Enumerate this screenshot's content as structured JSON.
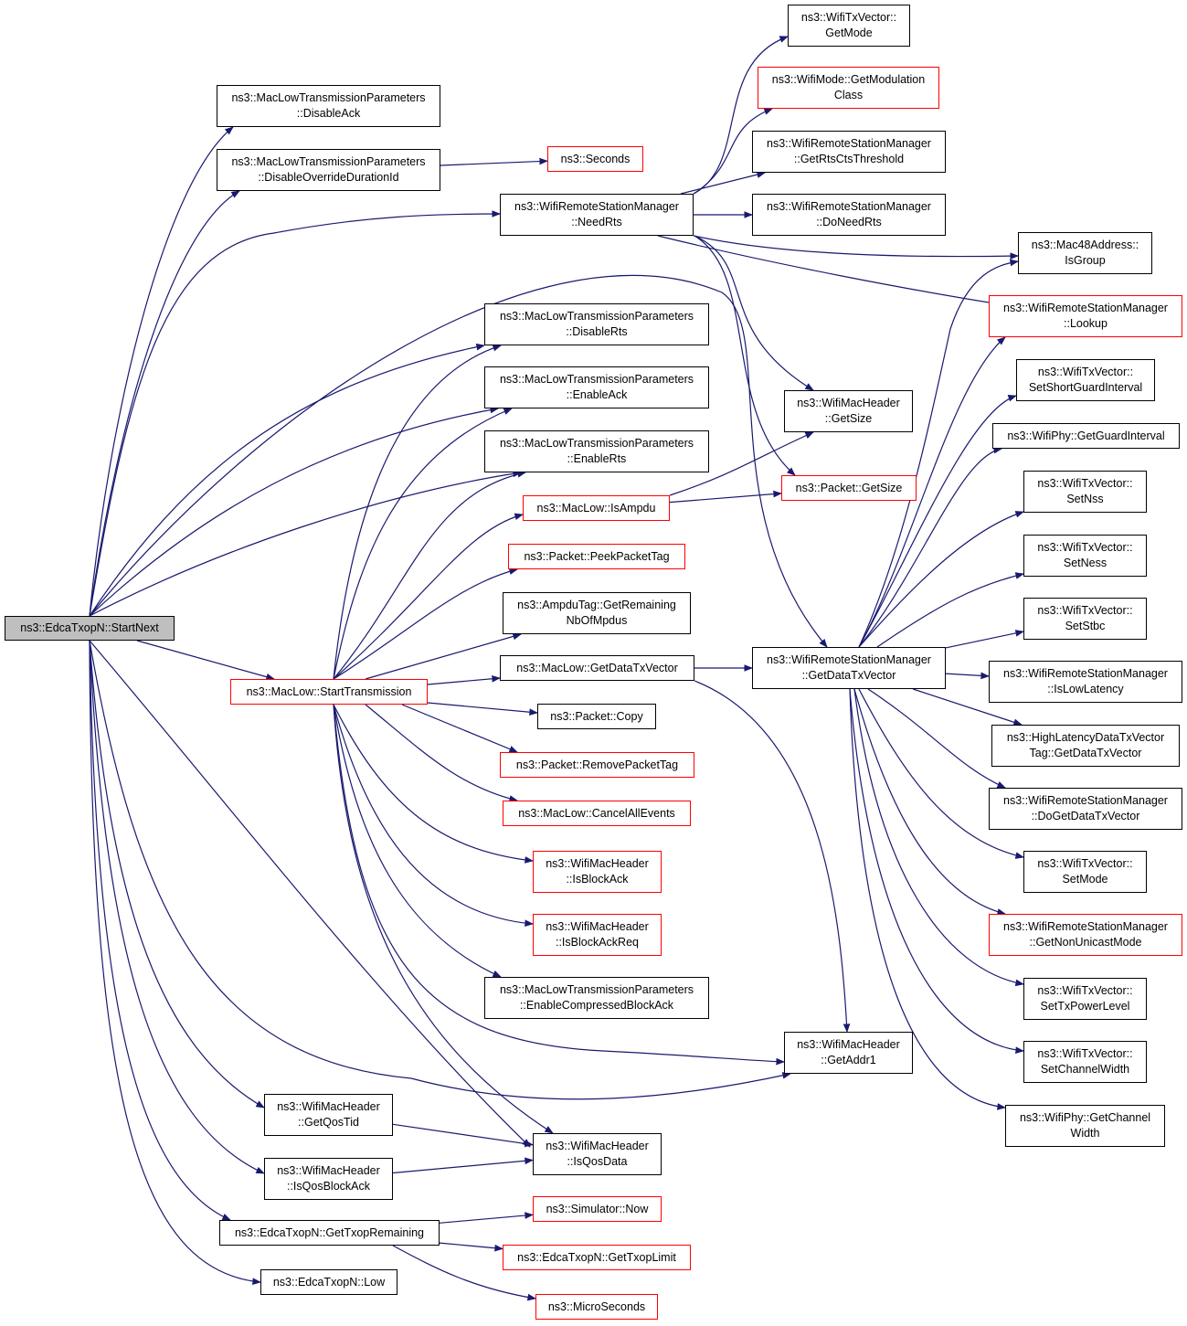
{
  "colors": {
    "edge": "#191970",
    "red_border": "#ff0000",
    "root_fill": "#bfbfbf"
  },
  "nodes": [
    {
      "id": "start",
      "lines": [
        "ns3::EdcaTxopN::StartNext"
      ],
      "style": "root"
    },
    {
      "id": "disableack",
      "lines": [
        "ns3::MacLowTransmissionParameters",
        "::DisableAck"
      ]
    },
    {
      "id": "disableoverride",
      "lines": [
        "ns3::MacLowTransmissionParameters",
        "::DisableOverrideDurationId"
      ]
    },
    {
      "id": "seconds",
      "lines": [
        "ns3::Seconds"
      ],
      "style": "red"
    },
    {
      "id": "needrts",
      "lines": [
        "ns3::WifiRemoteStationManager",
        "::NeedRts"
      ]
    },
    {
      "id": "getmode",
      "lines": [
        "ns3::WifiTxVector::",
        "GetMode"
      ]
    },
    {
      "id": "getmodclass",
      "lines": [
        "ns3::WifiMode::GetModulation",
        "Class"
      ],
      "style": "red"
    },
    {
      "id": "getrtscts",
      "lines": [
        "ns3::WifiRemoteStationManager",
        "::GetRtsCtsThreshold"
      ]
    },
    {
      "id": "doneedrts",
      "lines": [
        "ns3::WifiRemoteStationManager",
        "::DoNeedRts"
      ]
    },
    {
      "id": "isgroup",
      "lines": [
        "ns3::Mac48Address::",
        "IsGroup"
      ]
    },
    {
      "id": "lookup",
      "lines": [
        "ns3::WifiRemoteStationManager",
        "::Lookup"
      ],
      "style": "red"
    },
    {
      "id": "disablerts",
      "lines": [
        "ns3::MacLowTransmissionParameters",
        "::DisableRts"
      ]
    },
    {
      "id": "enableack",
      "lines": [
        "ns3::MacLowTransmissionParameters",
        "::EnableAck"
      ]
    },
    {
      "id": "enablerts",
      "lines": [
        "ns3::MacLowTransmissionParameters",
        "::EnableRts"
      ]
    },
    {
      "id": "hdrgetsize",
      "lines": [
        "ns3::WifiMacHeader",
        "::GetSize"
      ]
    },
    {
      "id": "pktgetsize",
      "lines": [
        "ns3::Packet::GetSize"
      ],
      "style": "red"
    },
    {
      "id": "setsgi",
      "lines": [
        "ns3::WifiTxVector::",
        "SetShortGuardInterval"
      ]
    },
    {
      "id": "getgi",
      "lines": [
        "ns3::WifiPhy::GetGuardInterval"
      ]
    },
    {
      "id": "isampdu",
      "lines": [
        "ns3::MacLow::IsAmpdu"
      ],
      "style": "red"
    },
    {
      "id": "setnss",
      "lines": [
        "ns3::WifiTxVector::",
        "SetNss"
      ]
    },
    {
      "id": "peektag",
      "lines": [
        "ns3::Packet::PeekPacketTag"
      ],
      "style": "red"
    },
    {
      "id": "setness",
      "lines": [
        "ns3::WifiTxVector::",
        "SetNess"
      ]
    },
    {
      "id": "ampdutag",
      "lines": [
        "ns3::AmpduTag::GetRemaining",
        "NbOfMpdus"
      ]
    },
    {
      "id": "setstbc",
      "lines": [
        "ns3::WifiTxVector::",
        "SetStbc"
      ]
    },
    {
      "id": "macgetdatatx",
      "lines": [
        "ns3::MacLow::GetDataTxVector"
      ]
    },
    {
      "id": "wrsmgetdatatx",
      "lines": [
        "ns3::WifiRemoteStationManager",
        "::GetDataTxVector"
      ]
    },
    {
      "id": "islowlat",
      "lines": [
        "ns3::WifiRemoteStationManager",
        "::IsLowLatency"
      ]
    },
    {
      "id": "starttx",
      "lines": [
        "ns3::MacLow::StartTransmission"
      ],
      "style": "red"
    },
    {
      "id": "copy",
      "lines": [
        "ns3::Packet::Copy"
      ]
    },
    {
      "id": "hldtag",
      "lines": [
        "ns3::HighLatencyDataTxVector",
        "Tag::GetDataTxVector"
      ]
    },
    {
      "id": "removetag",
      "lines": [
        "ns3::Packet::RemovePacketTag"
      ],
      "style": "red"
    },
    {
      "id": "dogetdatatx",
      "lines": [
        "ns3::WifiRemoteStationManager",
        "::DoGetDataTxVector"
      ]
    },
    {
      "id": "cancelall",
      "lines": [
        "ns3::MacLow::CancelAllEvents"
      ],
      "style": "red"
    },
    {
      "id": "isblockack",
      "lines": [
        "ns3::WifiMacHeader",
        "::IsBlockAck"
      ],
      "style": "red"
    },
    {
      "id": "setmode",
      "lines": [
        "ns3::WifiTxVector::",
        "SetMode"
      ]
    },
    {
      "id": "isblockackreq",
      "lines": [
        "ns3::WifiMacHeader",
        "::IsBlockAckReq"
      ],
      "style": "red"
    },
    {
      "id": "getnonunicast",
      "lines": [
        "ns3::WifiRemoteStationManager",
        "::GetNonUnicastMode"
      ],
      "style": "red"
    },
    {
      "id": "enablecompressed",
      "lines": [
        "ns3::MacLowTransmissionParameters",
        "::EnableCompressedBlockAck"
      ]
    },
    {
      "id": "settxpower",
      "lines": [
        "ns3::WifiTxVector::",
        "SetTxPowerLevel"
      ]
    },
    {
      "id": "getaddr1",
      "lines": [
        "ns3::WifiMacHeader",
        "::GetAddr1"
      ]
    },
    {
      "id": "setchwidth",
      "lines": [
        "ns3::WifiTxVector::",
        "SetChannelWidth"
      ]
    },
    {
      "id": "getqostid",
      "lines": [
        "ns3::WifiMacHeader",
        "::GetQosTid"
      ]
    },
    {
      "id": "isqosdata",
      "lines": [
        "ns3::WifiMacHeader",
        "::IsQosData"
      ]
    },
    {
      "id": "phygetchwidth",
      "lines": [
        "ns3::WifiPhy::GetChannel",
        "Width"
      ]
    },
    {
      "id": "isqosblockack",
      "lines": [
        "ns3::WifiMacHeader",
        "::IsQosBlockAck"
      ]
    },
    {
      "id": "simnow",
      "lines": [
        "ns3::Simulator::Now"
      ],
      "style": "red"
    },
    {
      "id": "gettxopremaining",
      "lines": [
        "ns3::EdcaTxopN::GetTxopRemaining"
      ]
    },
    {
      "id": "gettxoplimit",
      "lines": [
        "ns3::EdcaTxopN::GetTxopLimit"
      ],
      "style": "red"
    },
    {
      "id": "low",
      "lines": [
        "ns3::EdcaTxopN::Low"
      ]
    },
    {
      "id": "microseconds",
      "lines": [
        "ns3::MicroSeconds"
      ],
      "style": "red"
    }
  ]
}
